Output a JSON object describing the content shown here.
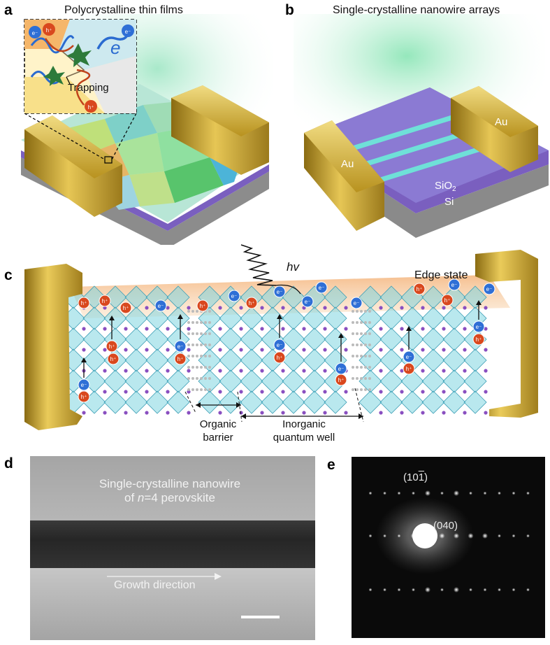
{
  "panels": {
    "a": {
      "label": "a",
      "title": "Polycrystalline thin films",
      "inset_label": "Trapping",
      "hole": "h⁺",
      "electron": "e⁻"
    },
    "b": {
      "label": "b",
      "title": "Single-crystalline nanowire arrays",
      "au_left": "Au",
      "au_right": "Au",
      "sio2": "SiO",
      "sio2_sub": "2",
      "si": "Si"
    },
    "c": {
      "label": "c",
      "hv": "hv",
      "edge_state": "Edge state",
      "organic_barrier": [
        "Organic",
        "barrier"
      ],
      "inorganic_qw": [
        "Inorganic",
        "quantum well"
      ],
      "hole": "h⁺",
      "electron": "e⁻"
    },
    "d": {
      "label": "d",
      "caption_line1": "Single-crystalline nanowire",
      "caption_line2_prefix": "of ",
      "caption_line2_n": "n",
      "caption_line2_suffix": "=4 perovskite",
      "growth": "Growth direction"
    },
    "e": {
      "label": "e",
      "spot1": "(10",
      "spot1_bar": "1",
      "spot1_end": ")",
      "spot2": "(040)"
    }
  },
  "colors": {
    "gold": "#c9a227",
    "hole": "#d9481e",
    "electron": "#2f6fd6",
    "crystal": "#7fd6e0",
    "atom": "#8a4fc0",
    "substrate_purple": "#7a5fbf",
    "substrate_gray": "#8a8a8a"
  }
}
